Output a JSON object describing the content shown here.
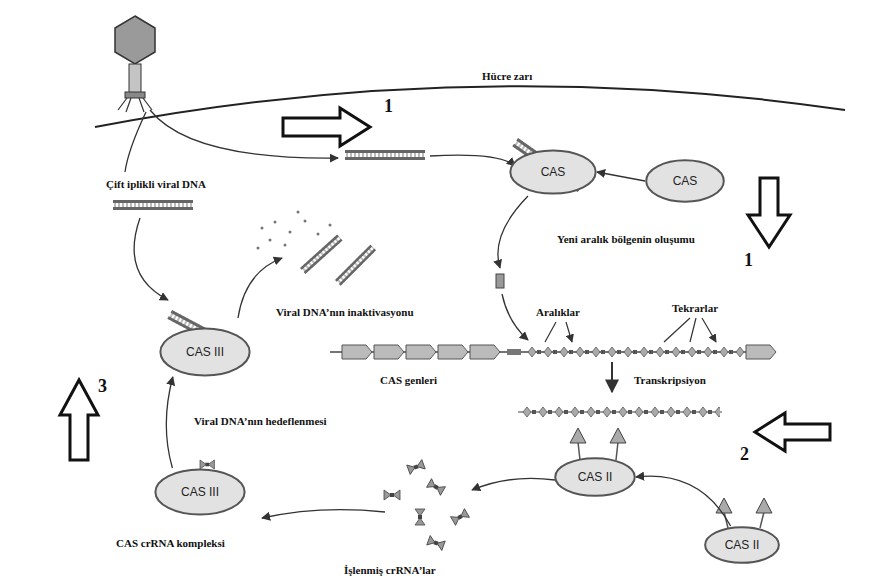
{
  "diagram": {
    "nodes": [
      {
        "text": [
          "CAS"
        ]
      },
      {
        "text": [
          "CAS"
        ]
      },
      {
        "text": [
          "CAS III"
        ]
      },
      {
        "text": [
          "CAS II"
        ]
      },
      {
        "text": [
          "CAS III"
        ]
      },
      {
        "text": [
          "CAS II"
        ]
      }
    ],
    "edges": [
      {
        "from": 1,
        "to": 0,
        "arrow": "to"
      },
      {
        "from": 5,
        "to": 3,
        "arrow": "to"
      },
      {
        "from": 4,
        "to": 2,
        "arrow": "to"
      }
    ],
    "labels": [
      "Hücre zarı",
      "1",
      "Çift iplikli viral DNA",
      "Yeni aralık bölgenin oluşumu",
      "1",
      "Viral DNA’nın inaktivasyonu",
      "Aralıklar",
      "Tekrarlar",
      "3",
      "CAS genleri",
      "Transkripsiyon",
      "Viral DNA’nın hedeflenmesi",
      "2",
      "CAS crRNA kompleksi",
      "İşlenmiş crRNA’lar"
    ]
  }
}
